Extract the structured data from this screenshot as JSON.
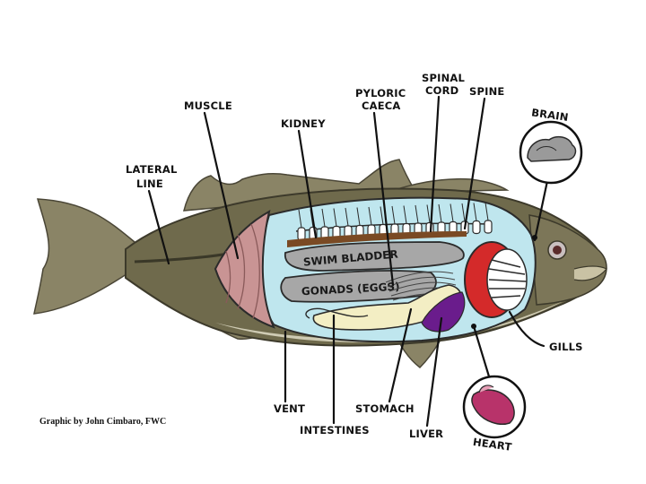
{
  "labels": {
    "muscle": "MUSCLE",
    "kidney": "KIDNEY",
    "pyloric_caeca_line1": "PYLORIC",
    "pyloric_caeca_line2": "CAECA",
    "spinal_cord_line1": "SPINAL",
    "spinal_cord_line2": "CORD",
    "spine": "SPINE",
    "brain": "BRAIN",
    "lateral_line_line1": "LATERAL",
    "lateral_line_line2": "LINE",
    "swim_bladder": "SWIM BLADDER",
    "gonads": "GONADS (EGGS)",
    "gills": "GILLS",
    "vent": "VENT",
    "intestines": "INTESTINES",
    "stomach": "STOMACH",
    "liver": "LIVER",
    "heart": "HEART"
  },
  "credit": "Graphic by John Cimbaro, FWC",
  "colors": {
    "fish_body": "#6f6a4c",
    "fish_fin": "#8a8466",
    "belly": "#cfcbb4",
    "body_cavity": "#bfe6ee",
    "muscle": "#c99494",
    "swim_bladder": "#a7a7a7",
    "kidney": "#7a4a24",
    "intestines": "#f3eec4",
    "liver": "#6a1c8c",
    "gills": "#d42a2a",
    "heart": "#b8336a",
    "brain": "#9a9a9a"
  }
}
